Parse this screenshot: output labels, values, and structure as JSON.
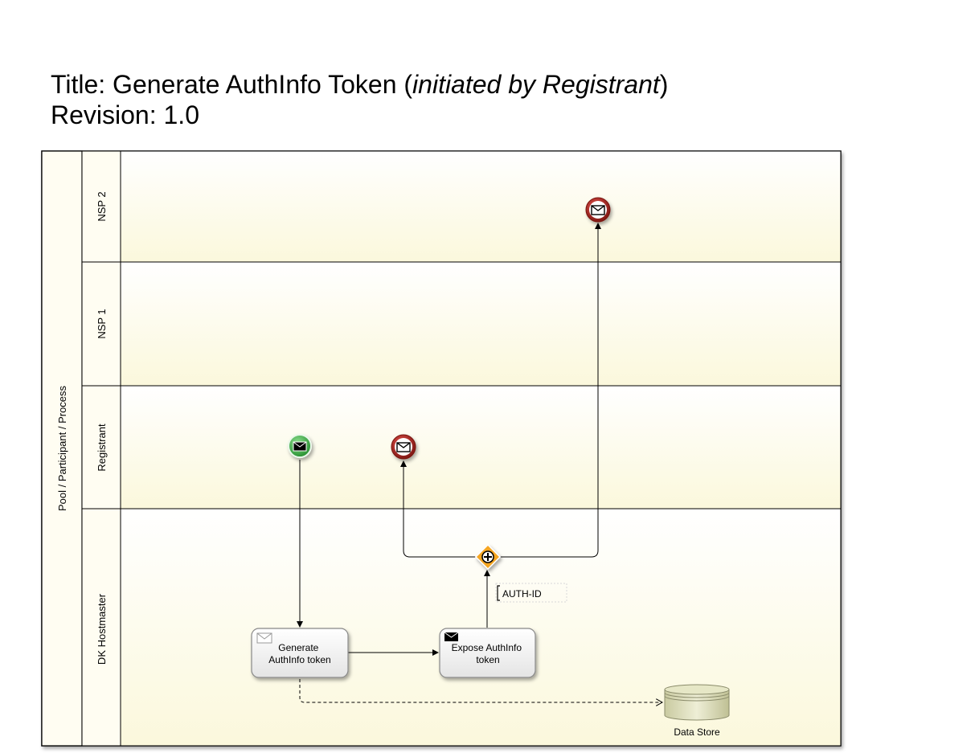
{
  "header": {
    "title_prefix": "Title: Generate AuthInfo Token (",
    "title_italic": "initiated by Registrant",
    "title_suffix": ")",
    "revision": "Revision: 1.0"
  },
  "pool": {
    "label": "Pool / Participant / Process"
  },
  "lanes": [
    {
      "label": "NSP 2"
    },
    {
      "label": "NSP 1"
    },
    {
      "label": "Registrant"
    },
    {
      "label": "DK Hostmaster"
    }
  ],
  "tasks": {
    "generate": {
      "line1": "Generate",
      "line2": "AuthInfo token"
    },
    "expose": {
      "line1": "Expose AuthInfo",
      "line2": "token"
    }
  },
  "annotation": {
    "text": "AUTH-ID"
  },
  "data_store": {
    "label": "Data Store"
  },
  "colors": {
    "lane_fill": "#fffdf0",
    "start_event": "#2e9e3a",
    "end_event": "#9c1a14",
    "gateway": "#f5a623"
  }
}
